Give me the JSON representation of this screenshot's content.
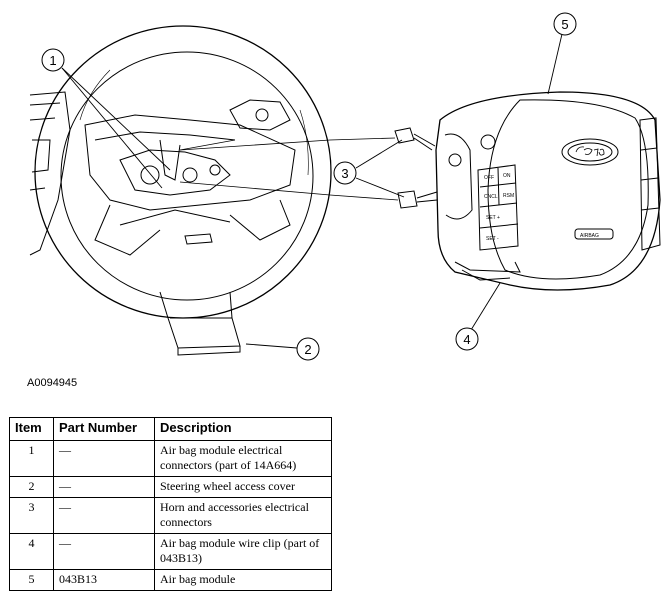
{
  "figure_id": "A0094945",
  "callouts": [
    "1",
    "2",
    "3",
    "4",
    "5"
  ],
  "airbag_text": "AIRBAG",
  "button_labels": [
    "OFF",
    "ON",
    "CNCL",
    "RSM",
    "SET +",
    "SET -"
  ],
  "table": {
    "headers": [
      "Item",
      "Part Number",
      "Description"
    ],
    "rows": [
      {
        "item": "1",
        "part": "—",
        "description": "Air bag module electrical connectors (part of 14A664)"
      },
      {
        "item": "2",
        "part": "—",
        "description": "Steering wheel access cover"
      },
      {
        "item": "3",
        "part": "—",
        "description": "Horn and accessories electrical connectors"
      },
      {
        "item": "4",
        "part": "—",
        "description": "Air bag module wire clip (part of 043B13)"
      },
      {
        "item": "5",
        "part": "043B13",
        "description": "Air bag module"
      }
    ]
  }
}
